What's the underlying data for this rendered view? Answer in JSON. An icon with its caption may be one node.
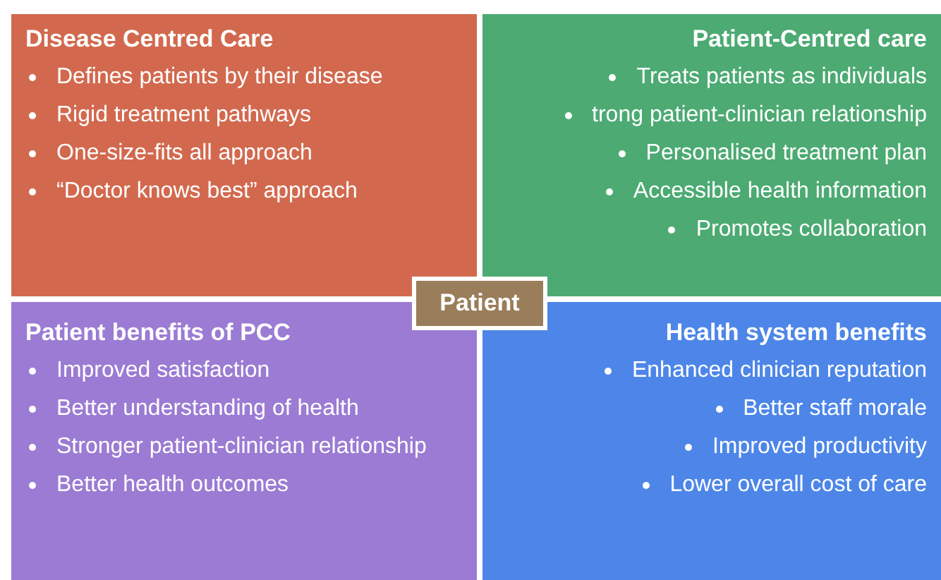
{
  "diagram": {
    "nodes": [
      {
        "text": [
          "Disease Centred Care",
          "Defines patients by their disease",
          "Rigid treatment pathways",
          "One-size-fits all approach",
          "“Doctor knows best” approach"
        ]
      },
      {
        "text": [
          "Patient-Centred care",
          "Treats patients as individuals",
          "trong patient-clinician relationship",
          "Personalised treatment plan",
          "Accessible health information",
          "Promotes collaboration"
        ]
      },
      {
        "text": [
          "Patient benefits of PCC",
          "Improved satisfaction",
          "Better understanding of health",
          "Stronger patient-clinician relationship",
          "Better health outcomes"
        ]
      },
      {
        "text": [
          "Health system benefits",
          "Enhanced clinician reputation",
          "Better staff morale",
          "Improved productivity",
          "Lower overall cost of care"
        ]
      },
      {
        "text": [
          "Patient"
        ]
      }
    ]
  }
}
